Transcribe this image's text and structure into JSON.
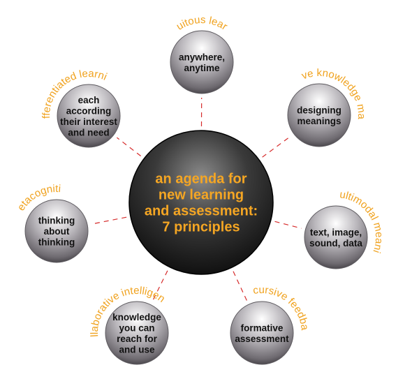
{
  "colors": {
    "accent": "#f0a21e",
    "connector": "#d62a2a",
    "bubble_text": "#111111",
    "center_text": "#f5a623"
  },
  "center": {
    "lines": [
      "an agenda for",
      "new learning",
      "and assessment:",
      "7 principles"
    ]
  },
  "principles": [
    {
      "title": "ubiquitous learning",
      "lines": [
        "anywhere,",
        "anytime"
      ]
    },
    {
      "title": "active knowledge making",
      "lines": [
        "designing",
        "meanings"
      ]
    },
    {
      "title": "multimodal meaning",
      "lines": [
        "text, image,",
        "sound, data"
      ]
    },
    {
      "title": "recursive feedback",
      "lines": [
        "formative",
        "assessment"
      ]
    },
    {
      "title": "collaborative intelligence",
      "lines": [
        "knowledge",
        "you can",
        "reach for",
        "and use"
      ]
    },
    {
      "title": "metacognition",
      "lines": [
        "thinking",
        "about",
        "thinking"
      ]
    },
    {
      "title": "differentiated learning",
      "lines": [
        "each",
        "according",
        "their interest",
        "and need"
      ]
    }
  ]
}
